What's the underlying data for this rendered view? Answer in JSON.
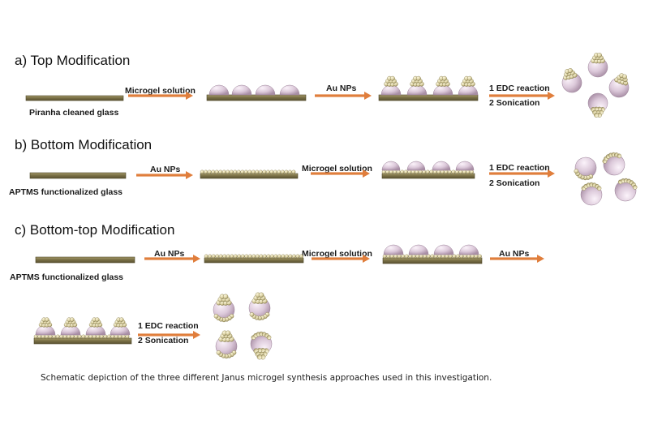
{
  "headings": {
    "a": "a) Top Modification",
    "b": "b) Bottom Modification",
    "c": "c) Bottom-top Modification"
  },
  "labels": {
    "piranha": "Piranha cleaned glass",
    "aptms": "APTMS functionalized glass",
    "microgel_solution": "Microgel solution",
    "au_nps": "Au NPs",
    "edc_reaction": "1 EDC reaction",
    "sonication": "2 Sonication"
  },
  "caption": "Schematic depiction of the three different Janus microgel synthesis approaches used in this investigation.",
  "colors": {
    "glass": "#7b7146",
    "arrow": "#e07e3c",
    "microgel": "#dcc9da",
    "gold_np": "#ddd3a4"
  }
}
